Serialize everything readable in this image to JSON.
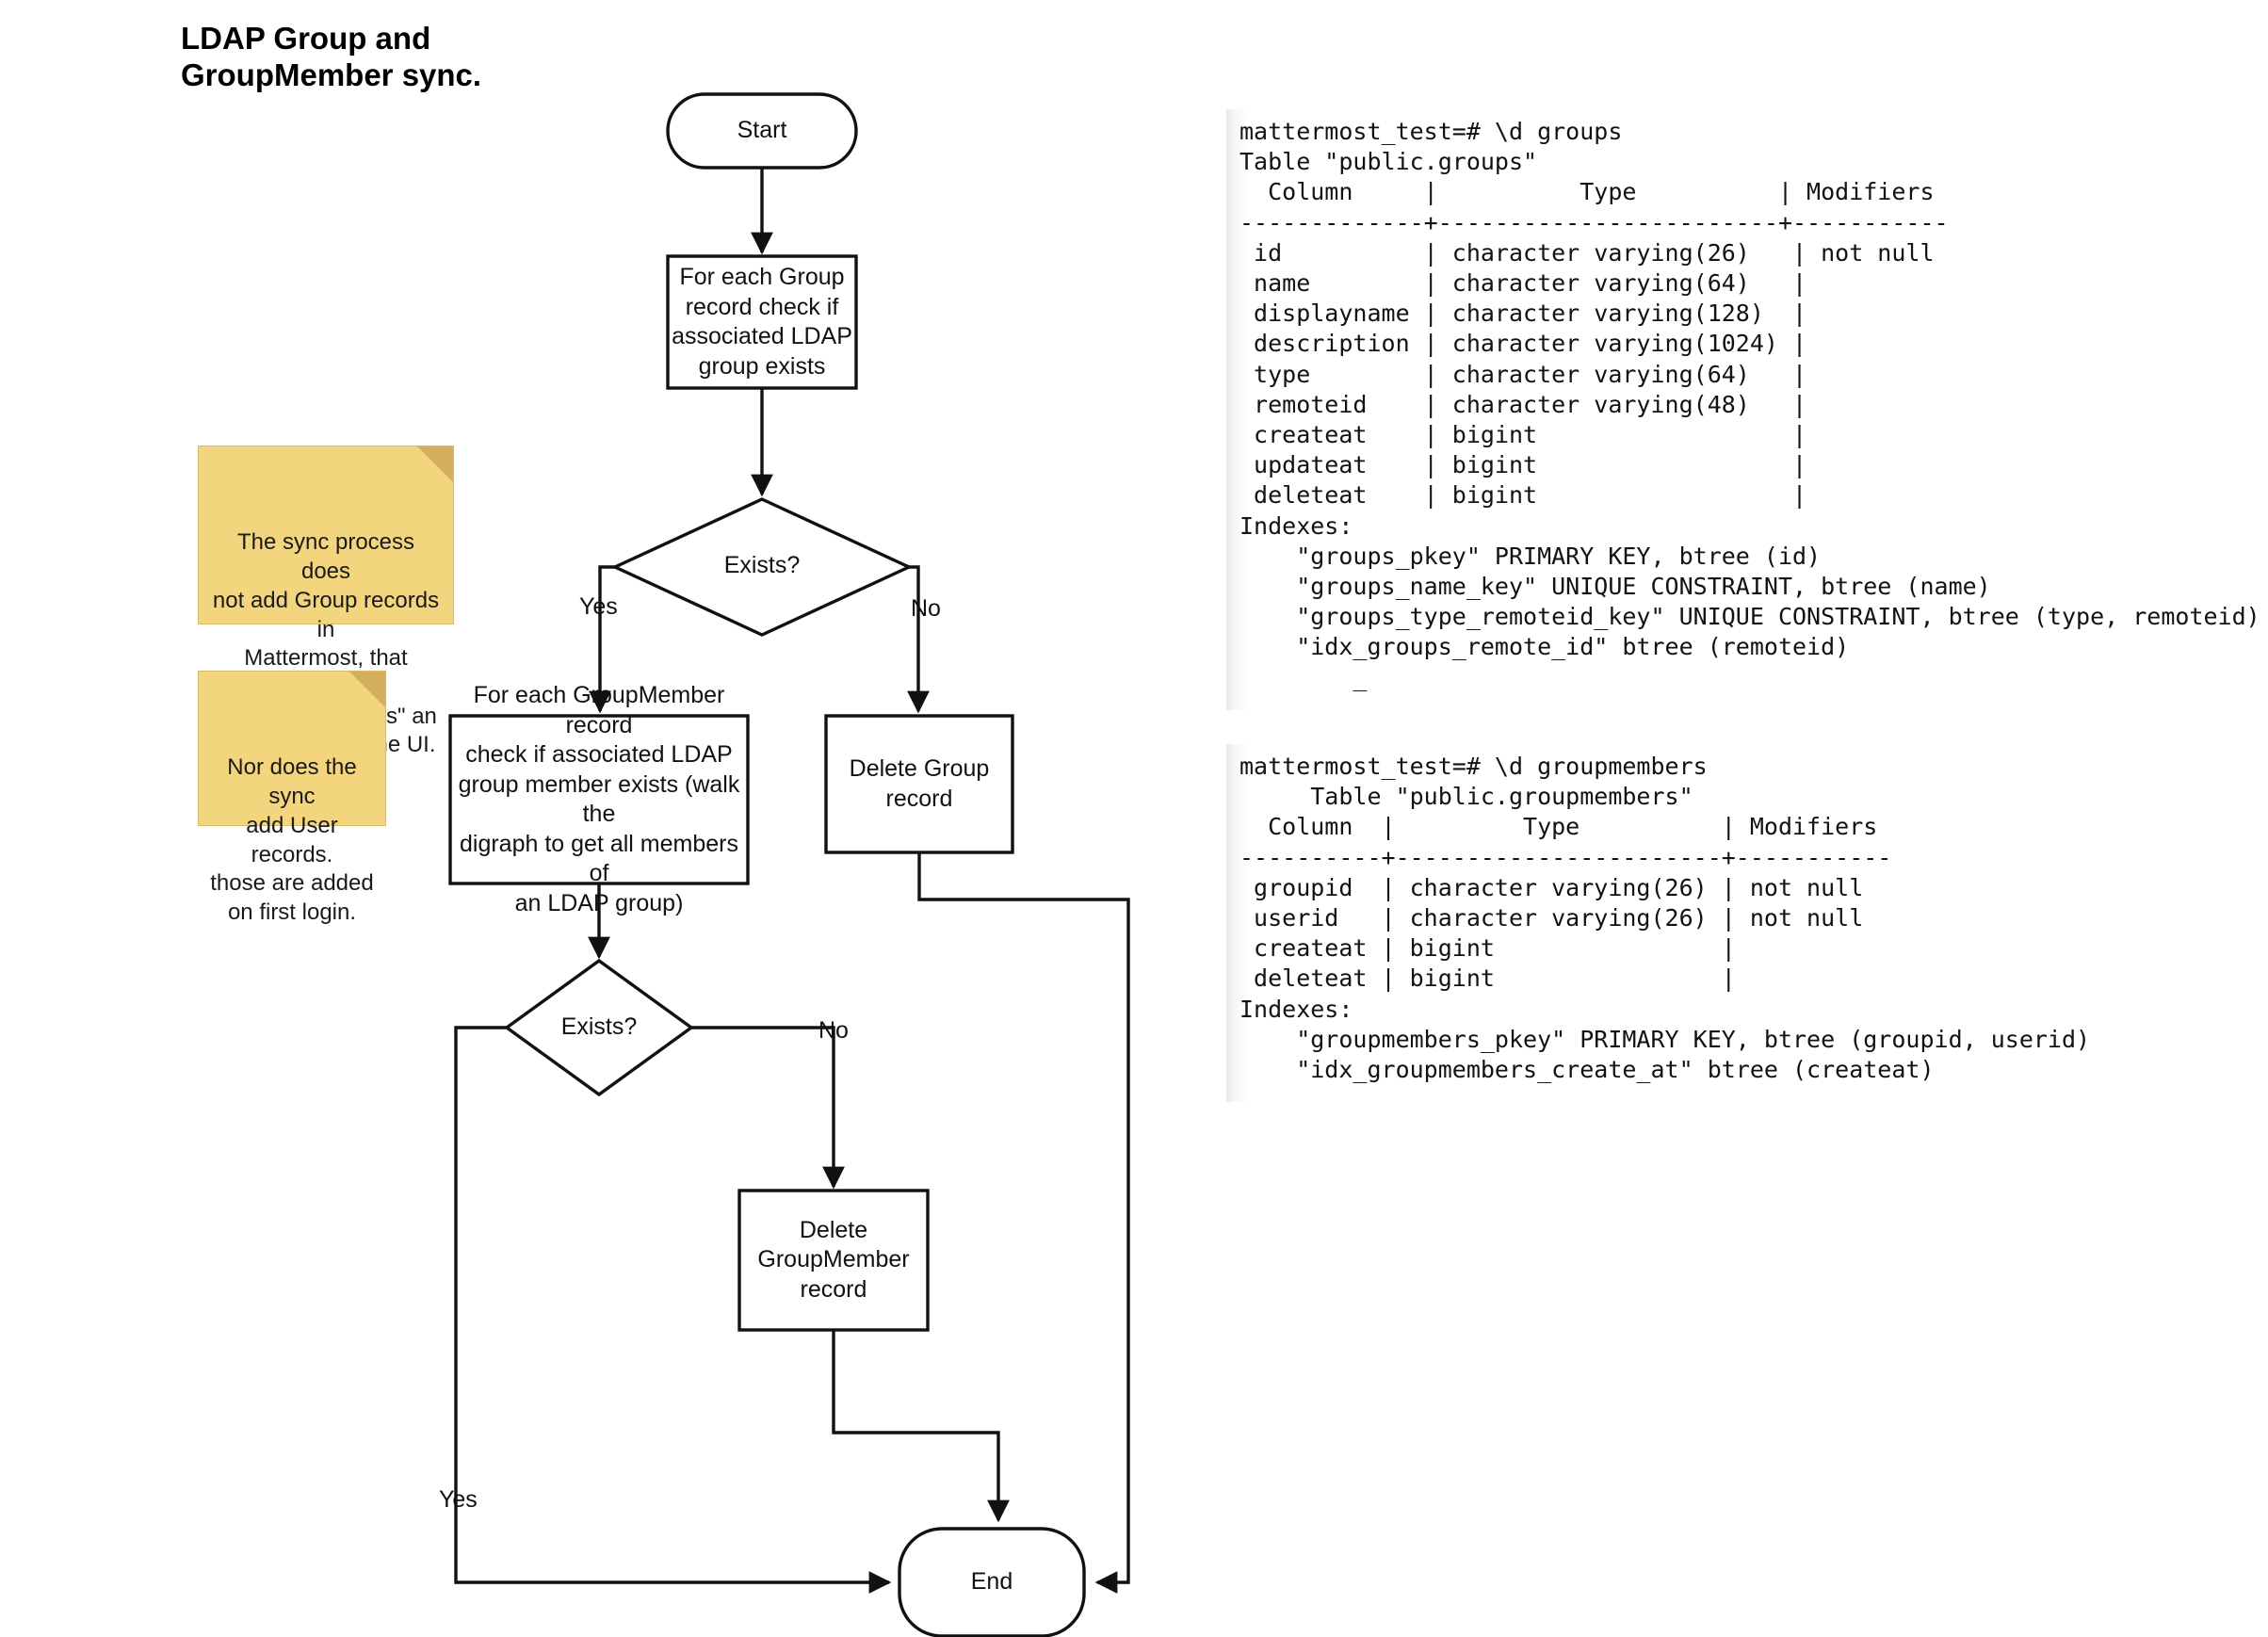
{
  "title": "LDAP Group and\nGroupMember sync.",
  "flowchart": {
    "nodes": {
      "start": "Start",
      "check_group": "For each Group\nrecord check if\nassociated LDAP\ngroup exists",
      "exists_1": "Exists?",
      "check_groupmember": "For each GroupMember record\ncheck if associated LDAP\ngroup member exists (walk the\ndigraph to get all members of\nan LDAP group)",
      "delete_group": "Delete Group\nrecord",
      "exists_2": "Exists?",
      "delete_groupmember": "Delete\nGroupMember\nrecord",
      "end": "End"
    },
    "edge_labels": {
      "exists1_yes": "Yes",
      "exists1_no": "No",
      "exists2_no": "No",
      "exists2_yes": "Yes"
    }
  },
  "notes": [
    {
      "id": "note-sync-no-group-add",
      "text": "The sync process does\nnot add Group records in\nMattermost, that happens\nwhen a user \"links\" an\nLDAP group in the UI."
    },
    {
      "id": "note-sync-no-user-add",
      "text": "Nor does the sync\nadd User records.\nthose are added\non first login."
    }
  ],
  "terminals": [
    {
      "id": "groups-table",
      "prompt": "mattermost_test=# \\d groups",
      "table_caption": "Table \"public.groups\"",
      "header": "  Column     |          Type          | Modifiers",
      "separator": "-------------+------------------------+-----------",
      "rows": [
        " id          | character varying(26)   | not null",
        " name        | character varying(64)   |",
        " displayname | character varying(128)  |",
        " description | character varying(1024) |",
        " type        | character varying(64)   |",
        " remoteid    | character varying(48)   |",
        " createat    | bigint                  |",
        " updateat    | bigint                  |",
        " deleteat    | bigint                  |"
      ],
      "indexes_label": "Indexes:",
      "indexes": [
        "    \"groups_pkey\" PRIMARY KEY, btree (id)",
        "    \"groups_name_key\" UNIQUE CONSTRAINT, btree (name)",
        "    \"groups_type_remoteid_key\" UNIQUE CONSTRAINT, btree (type, remoteid)",
        "    \"idx_groups_remote_id\" btree (remoteid)"
      ],
      "cursor": "        _"
    },
    {
      "id": "groupmembers-table",
      "prompt": "mattermost_test=# \\d groupmembers",
      "table_caption": "     Table \"public.groupmembers\"",
      "header": "  Column  |         Type          | Modifiers",
      "separator": "----------+-----------------------+-----------",
      "rows": [
        " groupid  | character varying(26) | not null",
        " userid   | character varying(26) | not null",
        " createat | bigint                |",
        " deleteat | bigint                |"
      ],
      "indexes_label": "Indexes:",
      "indexes": [
        "    \"groupmembers_pkey\" PRIMARY KEY, btree (groupid, userid)",
        "    \"idx_groupmembers_create_at\" btree (createat)"
      ],
      "cursor": ""
    }
  ],
  "colors": {
    "sticky_fill": "#f3d57e",
    "sticky_fold": "#d3ae5d",
    "stroke": "#111111",
    "text": "#111111",
    "background": "#ffffff"
  }
}
